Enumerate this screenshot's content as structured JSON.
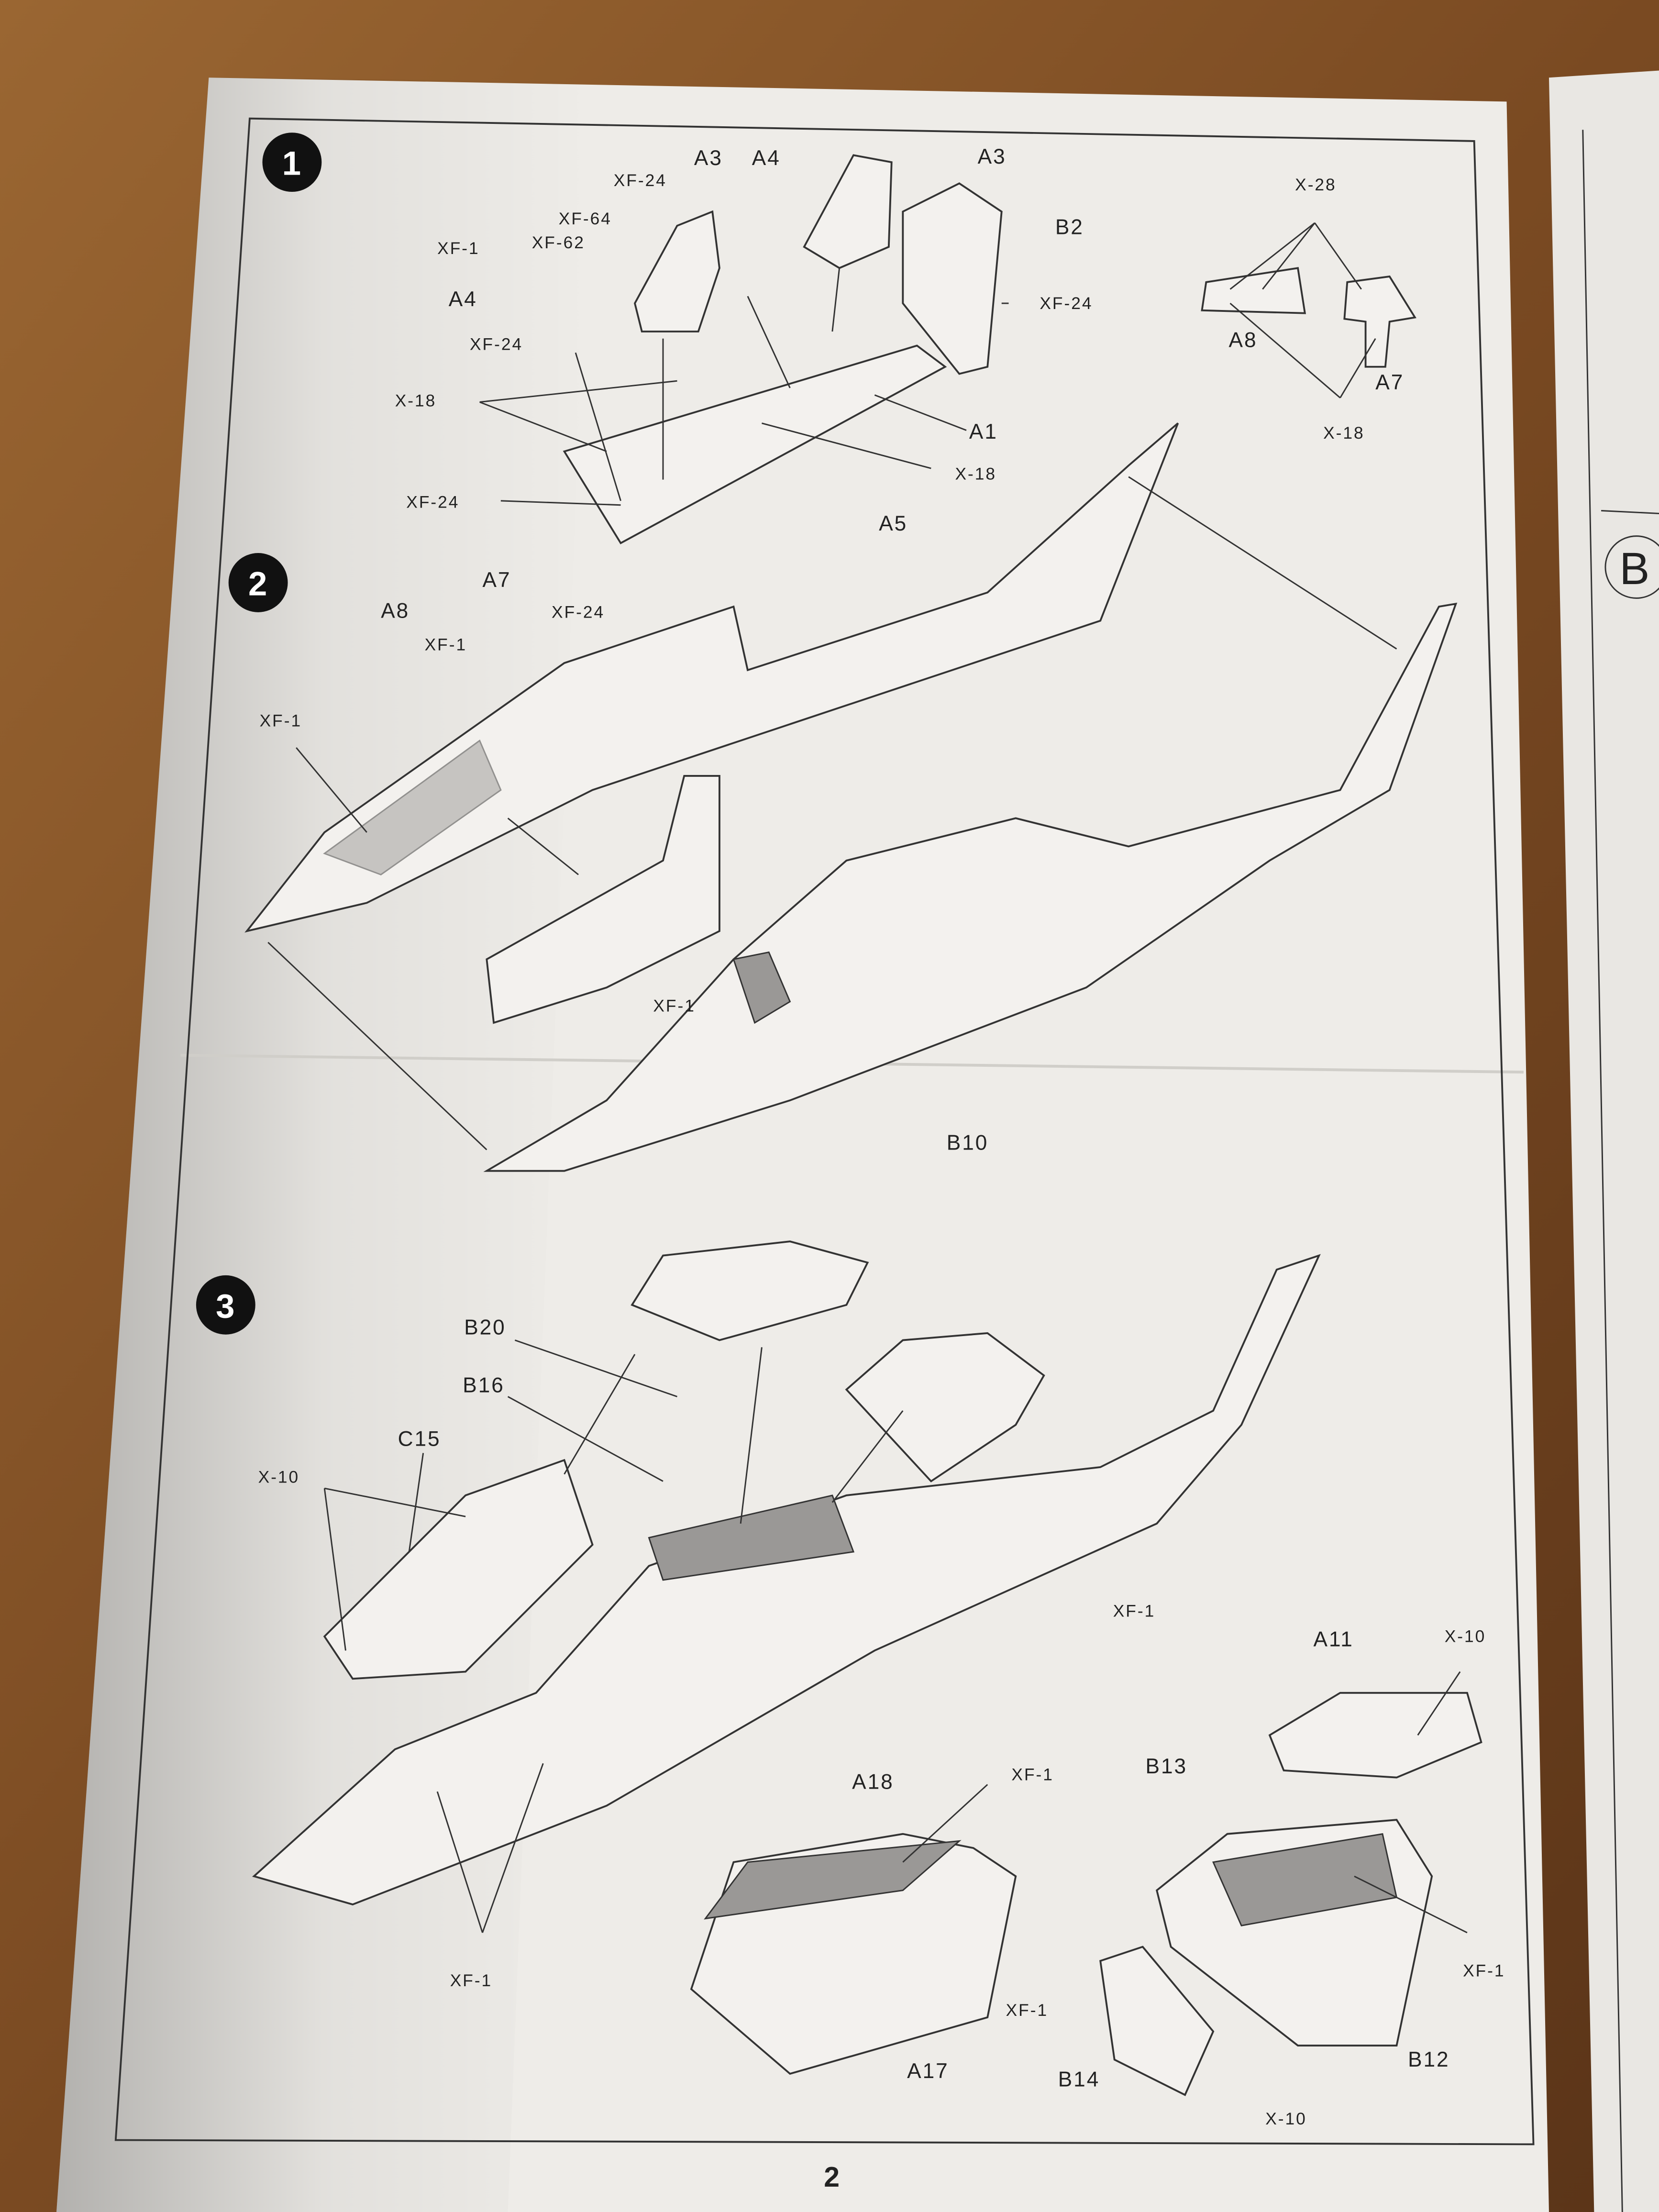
{
  "page_number": "2",
  "right_page_marker": "B",
  "steps": [
    {
      "number": "1",
      "labels": [
        "A3",
        "A4",
        "A3",
        "B2",
        "XF-24",
        "XF-64",
        "XF-62",
        "XF-1",
        "A4",
        "XF-24",
        "X-18",
        "XF-24",
        "A1",
        "X-18",
        "XF-24",
        "X-28",
        "A8",
        "A7",
        "X-18"
      ]
    },
    {
      "number": "2",
      "labels": [
        "A5",
        "A7",
        "A8",
        "XF-24",
        "XF-1",
        "XF-1",
        "XF-1",
        "B10"
      ]
    },
    {
      "number": "3",
      "labels": [
        "B20",
        "B16",
        "C15",
        "X-10",
        "XF-1",
        "A11",
        "X-10",
        "B13",
        "A18",
        "XF-1",
        "XF-1",
        "XF-1",
        "B14",
        "A17",
        "B12",
        "X-10",
        "XF-1"
      ]
    }
  ],
  "colors": {
    "paper": "#eeece8",
    "wood": "#7a4a22",
    "ink": "#222222"
  }
}
